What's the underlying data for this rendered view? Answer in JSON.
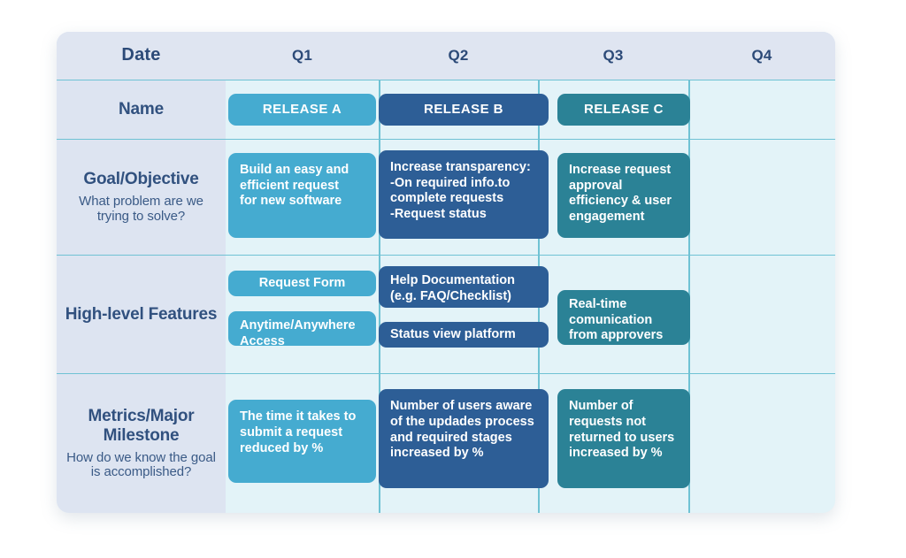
{
  "palette": {
    "teal": "#45abd0",
    "navy": "#2d5e96",
    "dark_teal": "#2b8296",
    "table_bg": "#e3f3f8",
    "label_col_bg": "#dde4f1",
    "header_bg": "#dfe5f1",
    "divider": "#6fc2d4",
    "label_text": "#31517f"
  },
  "header": {
    "row_label": "Date",
    "quarters": [
      "Q1",
      "Q2",
      "Q3",
      "Q4"
    ]
  },
  "rows": {
    "name": {
      "label": "Name",
      "q1": "RELEASE A",
      "q2": "RELEASE B",
      "q3": "RELEASE C"
    },
    "goal": {
      "label": "Goal/Objective",
      "sublabel": "What problem\nare we trying\nto solve?",
      "q1": "Build an easy and\nefficient request\nfor new software",
      "q2": "Increase transparency:\n-On required info.to\ncomplete requests\n-Request status",
      "q3": "Increase request\napproval\nefficiency & user\nengagement"
    },
    "features": {
      "label": "High-level\nFeatures",
      "sublabel": "",
      "q1_a": "Request Form",
      "q1_b": "Anytime/Anywhere\nAccess",
      "q2_a": "Help Documentation\n(e.g. FAQ/Checklist)",
      "q2_b": "Status view platform",
      "q3_a": "Real-time\ncomunication\nfrom approvers"
    },
    "metrics": {
      "label": "Metrics/Major\nMilestone",
      "sublabel": "How do we know\nthe goal is\naccomplished?",
      "q1": "The time it takes to\nsubmit a request\nreduced by %",
      "q2": "Number of users aware\nof the updades process\nand required stages\nincreased by %",
      "q3": "Number of\nrequests not\nreturned to users\nincreased by %"
    }
  }
}
